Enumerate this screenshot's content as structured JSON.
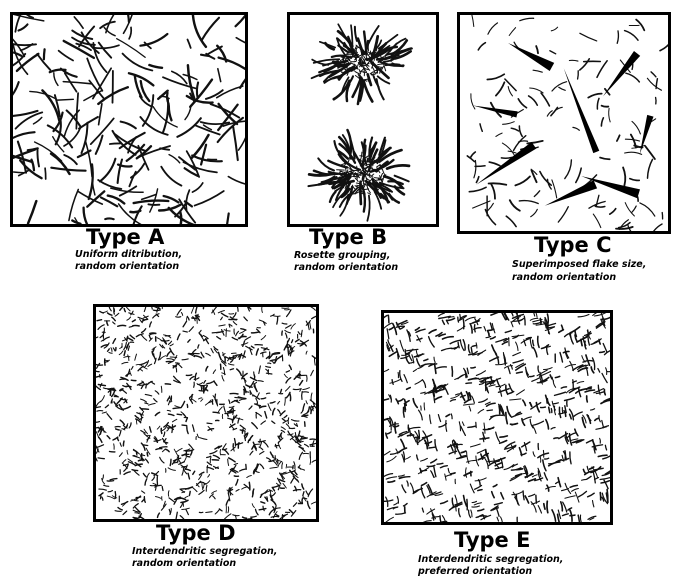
{
  "panels": [
    {
      "id": "A",
      "title": "Type A",
      "caption": [
        "Uniform ditribution,",
        "random orientation"
      ],
      "pattern": "uniform-random-flakes"
    },
    {
      "id": "B",
      "title": "Type B",
      "caption": [
        "Rosette grouping,",
        "random orientation"
      ],
      "pattern": "rosette-flakes"
    },
    {
      "id": "C",
      "title": "Type C",
      "caption": [
        "Superimposed flake size,",
        "random orientation"
      ],
      "pattern": "superimposed-large-flakes"
    },
    {
      "id": "D",
      "title": "Type D",
      "caption": [
        "Interdendritic segregation,",
        "random orientation"
      ],
      "pattern": "interdendritic-random"
    },
    {
      "id": "E",
      "title": "Type E",
      "caption": [
        "Interdendritic segregation,",
        "preferred orientation"
      ],
      "pattern": "interdendritic-preferred"
    }
  ]
}
